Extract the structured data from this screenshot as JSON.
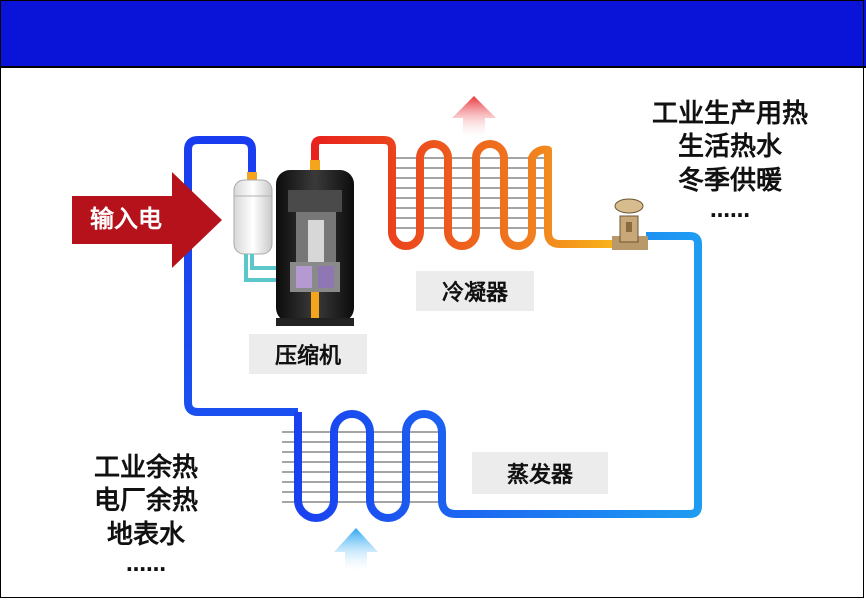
{
  "colors": {
    "header": "#0a14d8",
    "hot": "#e8321c",
    "warm": "#f6a21a",
    "cold": "#1a5cf0",
    "light": "#1e9cf2",
    "input_arrow": "#b5121b"
  },
  "labels": {
    "input_power": "输入电",
    "compressor": "压缩机",
    "condenser": "冷凝器",
    "evaporator": "蒸发器"
  },
  "heat_outputs": [
    "工业生产用热",
    "生活热水",
    "冬季供暖",
    "……"
  ],
  "heat_sources": [
    "工业余热",
    "电厂余热",
    "地表水",
    "……"
  ],
  "icons": {
    "compressor": "scroll-compressor-icon",
    "accumulator": "accumulator-tank-icon",
    "expansion_valve": "expansion-valve-icon",
    "heat_out_arrow": "heat-out-arrow-icon",
    "heat_in_arrow": "heat-in-arrow-icon"
  }
}
